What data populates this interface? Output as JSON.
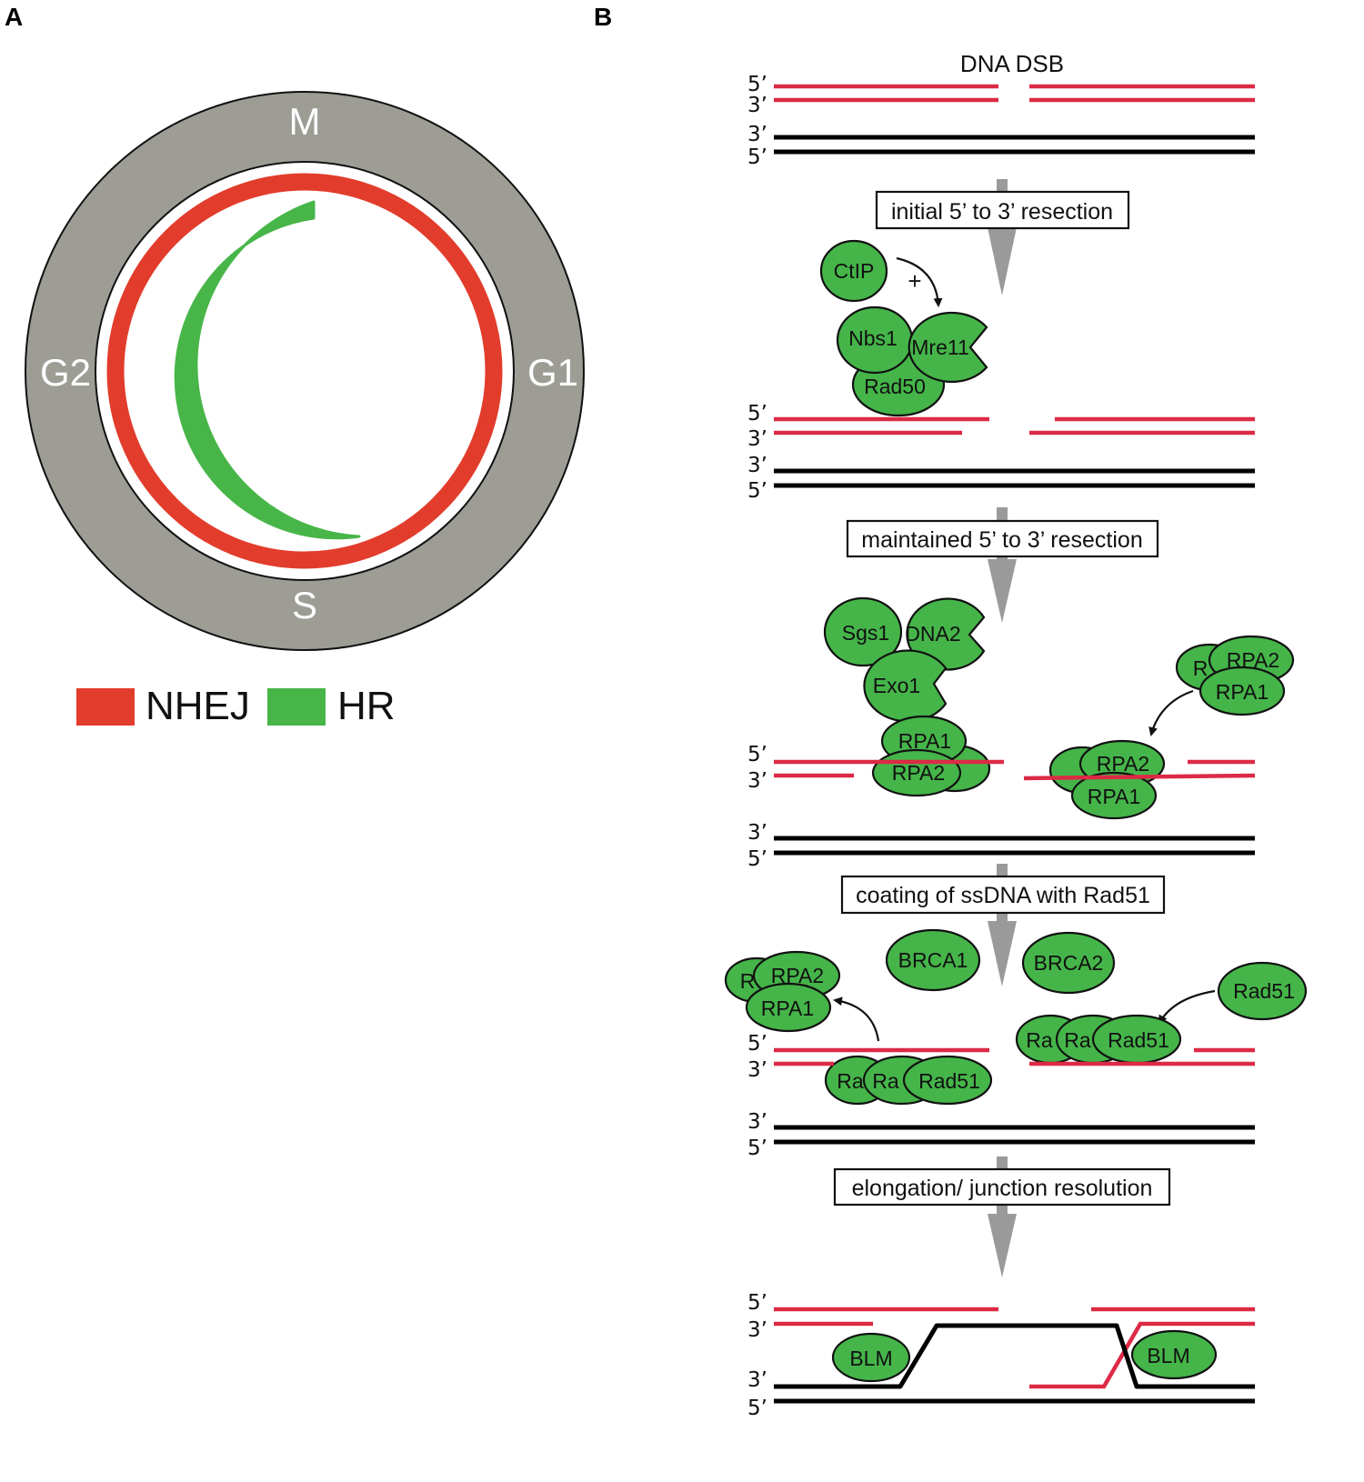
{
  "panels": {
    "a": "A",
    "b": "B"
  },
  "cell_cycle": {
    "phases": {
      "m": "M",
      "g1": "G1",
      "s": "S",
      "g2": "G2"
    },
    "legend": [
      {
        "label": "NHEJ",
        "color": "#e23c2c"
      },
      {
        "label": "HR",
        "color": "#48b549"
      }
    ],
    "colors": {
      "ring": "#9d9d95",
      "nhej": "#e23c2c",
      "hr": "#48b549"
    }
  },
  "pathway": {
    "title": "DNA DSB",
    "steps": [
      "initial 5’ to 3’ resection",
      "maintained 5’ to 3’ resection",
      "coating of ssDNA with Rad51",
      "elongation/ junction resolution"
    ],
    "strand_labels": {
      "five": "5’",
      "three": "3’"
    },
    "plus": "+",
    "proteins": {
      "ctip": "CtIP",
      "nbs1": "Nbs1",
      "mre11": "Mre11",
      "rad50": "Rad50",
      "sgs1": "Sgs1",
      "dna2": "DNA2",
      "exo1": "Exo1",
      "rpa1": "RPA1",
      "rpa2": "RPA2",
      "r_partial": "R",
      "brca1": "BRCA1",
      "brca2": "BRCA2",
      "rad51": "Rad51",
      "ra_partial": "Ra",
      "blm": "BLM"
    },
    "colors": {
      "protein": "#45b549",
      "ssdna": "#dc2a45",
      "template": "#000000",
      "arrow": "#9a9a9a"
    }
  }
}
